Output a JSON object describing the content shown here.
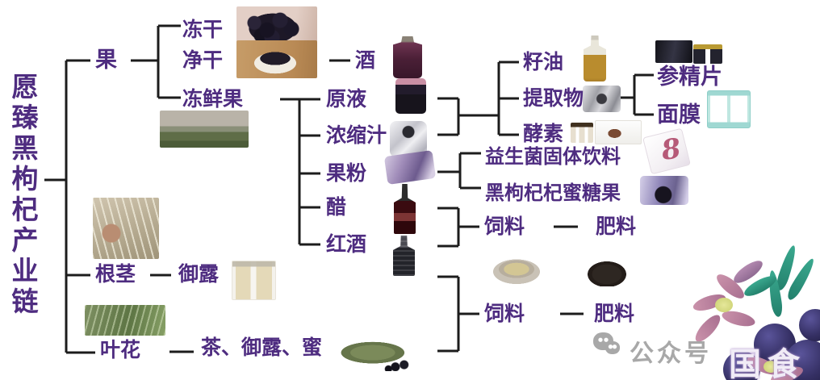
{
  "colors": {
    "accent_purple": "#4e2c80",
    "line_black": "#1c1c1c",
    "watermark_gray": "#a8a8a8",
    "flower_pink": "#cb93ab",
    "leaf_teal": "#3aa98f",
    "berry_indigo": "#353064"
  },
  "diagram": {
    "title": "愿臻黑枸杞产业链",
    "branches": {
      "fruit": {
        "label": "果",
        "children": {
          "freeze_dried": "冻干",
          "net_dried": "净干",
          "frozen_fresh": "冻鲜果"
        }
      },
      "root_stem": {
        "label": "根茎",
        "child": "御露"
      },
      "leaf_flower": {
        "label": "叶花",
        "child": "茶、御露、蜜"
      }
    },
    "fruit_products": {
      "wine": "酒",
      "raw_liquid": "原液",
      "concentrate": "浓缩汁",
      "fruit_powder": "果粉",
      "vinegar": "醋",
      "red_wine": "红酒"
    },
    "extract_products": {
      "seed_oil": "籽油",
      "extract": "提取物",
      "enzyme": "酵素"
    },
    "deep_products": {
      "ginseng_tablet": "参精片",
      "face_mask": "面膜"
    },
    "powder_products": {
      "probiotic_drink": "益生菌固体饮料",
      "honey_candy": "黑枸杞杞蜜糖果"
    },
    "byproducts_row1": {
      "feed": "饲料",
      "fertilizer": "肥料"
    },
    "byproducts_row2": {
      "feed": "饲料",
      "fertilizer": "肥料"
    }
  },
  "packages": {
    "eight_mark": "8"
  },
  "watermark": {
    "wechat_label": "公众号",
    "partial_text": "国食"
  },
  "photos": [
    "photo-fresh-berries",
    "photo-dried-berries-bowl",
    "photo-harvest-field",
    "photo-roots-hand",
    "photo-green-plants",
    "photo-yulu-bottles",
    "photo-wine-bottle",
    "photo-raw-liquid-bottle",
    "photo-concentrate-pouch",
    "photo-fruit-powder-pouch",
    "photo-red-wine-bottle",
    "photo-black-bottle",
    "photo-seed-oil-bottle",
    "photo-extract-pouch",
    "photo-ampoules",
    "photo-enzyme-box",
    "photo-ginseng-box",
    "photo-small-bottles",
    "photo-mask-packets",
    "photo-eight-packet",
    "photo-candy-wrapper",
    "photo-feed-seeds",
    "photo-fertilizer-pile",
    "photo-tea-pile",
    "flower-decoration"
  ]
}
